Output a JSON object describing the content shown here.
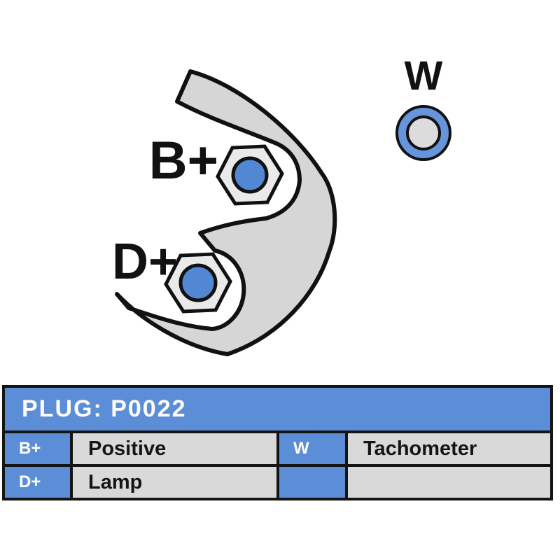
{
  "diagram": {
    "labels": {
      "b_plus": "B+",
      "d_plus": "D+",
      "w": "W"
    },
    "colors": {
      "body_fill": "#D6D6D6",
      "hex_fill": "#EAEAEA",
      "terminal_blue": "#5287D4",
      "ring_blue": "#6595DB",
      "ring_center": "#DCDCDC",
      "outline": "#111111"
    }
  },
  "table": {
    "header": "PLUG: P0022",
    "colors": {
      "header_blue": "#5B8ED6",
      "cell_gray": "#D9D9D9",
      "border_black": "#141414"
    },
    "rows": [
      {
        "pin": "B+",
        "desc": "Positive",
        "pin2": "W",
        "desc2": "Tachometer"
      },
      {
        "pin": "D+",
        "desc": "Lamp",
        "pin2": "",
        "desc2": ""
      }
    ]
  }
}
